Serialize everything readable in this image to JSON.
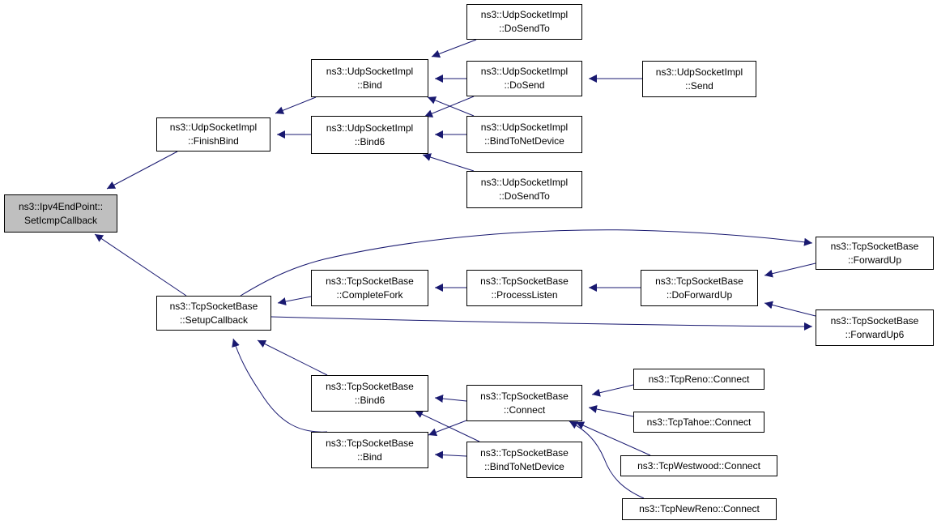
{
  "diagram": {
    "colors": {
      "edge": "#191970",
      "node_border": "#000000",
      "root_fill": "#bfbfbf",
      "node_fill": "#ffffff"
    },
    "nodes": [
      {
        "id": "root",
        "lines": [
          "ns3::Ipv4EndPoint::",
          "SetIcmpCallback"
        ]
      },
      {
        "id": "udp_finishbind",
        "lines": [
          "ns3::UdpSocketImpl",
          "::FinishBind"
        ]
      },
      {
        "id": "udp_bind",
        "lines": [
          "ns3::UdpSocketImpl",
          "::Bind"
        ]
      },
      {
        "id": "udp_bind6",
        "lines": [
          "ns3::UdpSocketImpl",
          "::Bind6"
        ]
      },
      {
        "id": "udp_dosendto_1",
        "lines": [
          "ns3::UdpSocketImpl",
          "::DoSendTo"
        ]
      },
      {
        "id": "udp_dosend",
        "lines": [
          "ns3::UdpSocketImpl",
          "::DoSend"
        ]
      },
      {
        "id": "udp_bindtonetdevice",
        "lines": [
          "ns3::UdpSocketImpl",
          "::BindToNetDevice"
        ]
      },
      {
        "id": "udp_dosendto_2",
        "lines": [
          "ns3::UdpSocketImpl",
          "::DoSendTo"
        ]
      },
      {
        "id": "udp_send",
        "lines": [
          "ns3::UdpSocketImpl",
          "::Send"
        ]
      },
      {
        "id": "tcp_setupcallback",
        "lines": [
          "ns3::TcpSocketBase",
          "::SetupCallback"
        ]
      },
      {
        "id": "tcp_completefork",
        "lines": [
          "ns3::TcpSocketBase",
          "::CompleteFork"
        ]
      },
      {
        "id": "tcp_processlisten",
        "lines": [
          "ns3::TcpSocketBase",
          "::ProcessListen"
        ]
      },
      {
        "id": "tcp_doforwardup",
        "lines": [
          "ns3::TcpSocketBase",
          "::DoForwardUp"
        ]
      },
      {
        "id": "tcp_forwardup",
        "lines": [
          "ns3::TcpSocketBase",
          "::ForwardUp"
        ]
      },
      {
        "id": "tcp_forwardup6",
        "lines": [
          "ns3::TcpSocketBase",
          "::ForwardUp6"
        ]
      },
      {
        "id": "tcp_bind6",
        "lines": [
          "ns3::TcpSocketBase",
          "::Bind6"
        ]
      },
      {
        "id": "tcp_bind",
        "lines": [
          "ns3::TcpSocketBase",
          "::Bind"
        ]
      },
      {
        "id": "tcp_connect",
        "lines": [
          "ns3::TcpSocketBase",
          "::Connect"
        ]
      },
      {
        "id": "tcp_bindtonetdevice",
        "lines": [
          "ns3::TcpSocketBase",
          "::BindToNetDevice"
        ]
      },
      {
        "id": "tcpreno_connect",
        "lines": [
          "ns3::TcpReno::Connect"
        ]
      },
      {
        "id": "tcptahoe_connect",
        "lines": [
          "ns3::TcpTahoe::Connect"
        ]
      },
      {
        "id": "tcpwestwood_connect",
        "lines": [
          "ns3::TcpWestwood::Connect"
        ]
      },
      {
        "id": "tcpnewreno_connect",
        "lines": [
          "ns3::TcpNewReno::Connect"
        ]
      }
    ],
    "edges": [
      {
        "from": "udp_finishbind",
        "to": "root"
      },
      {
        "from": "tcp_setupcallback",
        "to": "root"
      },
      {
        "from": "udp_bind",
        "to": "udp_finishbind"
      },
      {
        "from": "udp_bind6",
        "to": "udp_finishbind"
      },
      {
        "from": "udp_dosendto_1",
        "to": "udp_bind"
      },
      {
        "from": "udp_dosend",
        "to": "udp_bind"
      },
      {
        "from": "udp_bindtonetdevice",
        "to": "udp_bind"
      },
      {
        "from": "udp_dosend",
        "to": "udp_bind6"
      },
      {
        "from": "udp_bindtonetdevice",
        "to": "udp_bind6"
      },
      {
        "from": "udp_dosendto_2",
        "to": "udp_bind6"
      },
      {
        "from": "udp_send",
        "to": "udp_dosend"
      },
      {
        "from": "tcp_completefork",
        "to": "tcp_setupcallback"
      },
      {
        "from": "tcp_bind6",
        "to": "tcp_setupcallback"
      },
      {
        "from": "tcp_bind",
        "to": "tcp_setupcallback"
      },
      {
        "from": "tcp_setupcallback",
        "to": "tcp_forwardup"
      },
      {
        "from": "tcp_setupcallback",
        "to": "tcp_forwardup6"
      },
      {
        "from": "tcp_processlisten",
        "to": "tcp_completefork"
      },
      {
        "from": "tcp_doforwardup",
        "to": "tcp_processlisten"
      },
      {
        "from": "tcp_forwardup",
        "to": "tcp_doforwardup"
      },
      {
        "from": "tcp_forwardup6",
        "to": "tcp_doforwardup"
      },
      {
        "from": "tcp_connect",
        "to": "tcp_bind6"
      },
      {
        "from": "tcp_bindtonetdevice",
        "to": "tcp_bind6"
      },
      {
        "from": "tcp_connect",
        "to": "tcp_bind"
      },
      {
        "from": "tcp_bindtonetdevice",
        "to": "tcp_bind"
      },
      {
        "from": "tcpreno_connect",
        "to": "tcp_connect"
      },
      {
        "from": "tcptahoe_connect",
        "to": "tcp_connect"
      },
      {
        "from": "tcpwestwood_connect",
        "to": "tcp_connect"
      },
      {
        "from": "tcpnewreno_connect",
        "to": "tcp_connect"
      }
    ]
  }
}
